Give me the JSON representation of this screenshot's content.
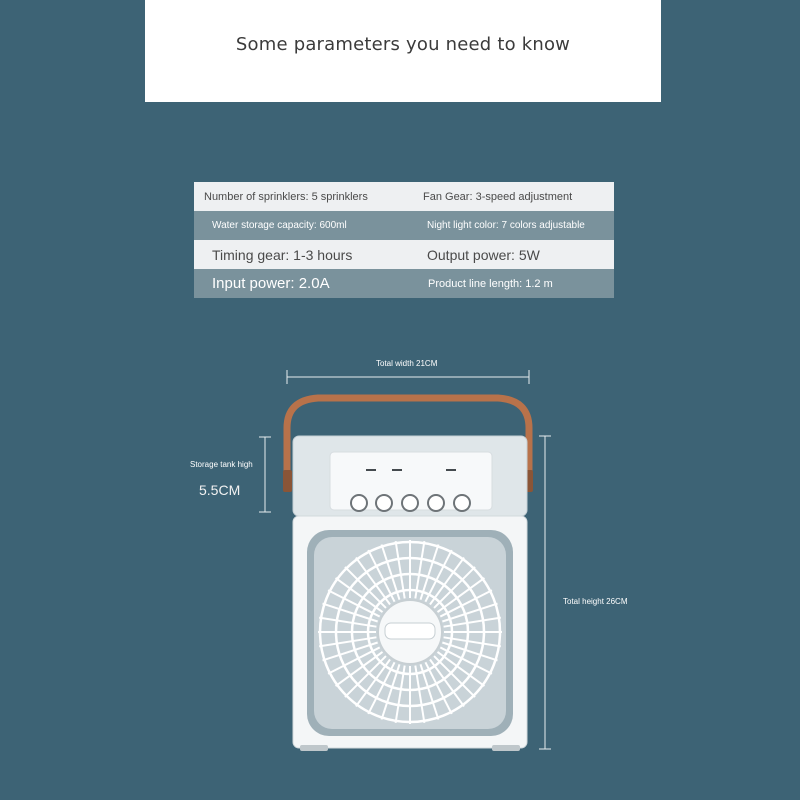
{
  "header": {
    "title": "Some parameters you need to know"
  },
  "specs": [
    [
      "Number of sprinklers: 5 sprinklers",
      "Fan Gear: 3-speed adjustment"
    ],
    [
      "Water storage capacity: 600ml",
      "Night light color: 7 colors adjustable"
    ],
    [
      "Timing gear: 1-3 hours",
      "Output power: 5W"
    ],
    [
      "Input power: 2.0A",
      "Product line length: 1.2 m"
    ]
  ],
  "dimensions": {
    "total_width": "Total width 21CM",
    "tank_height_label": "Storage tank high",
    "tank_height_value": "5.5CM",
    "total_height": "Total height 26CM"
  },
  "colors": {
    "background": "#3d6375",
    "row_light": "#eef0f2",
    "row_dark": "#7a929c",
    "handle": "#b8724a"
  },
  "icons": {
    "product": "mini-air-cooler-fan"
  }
}
